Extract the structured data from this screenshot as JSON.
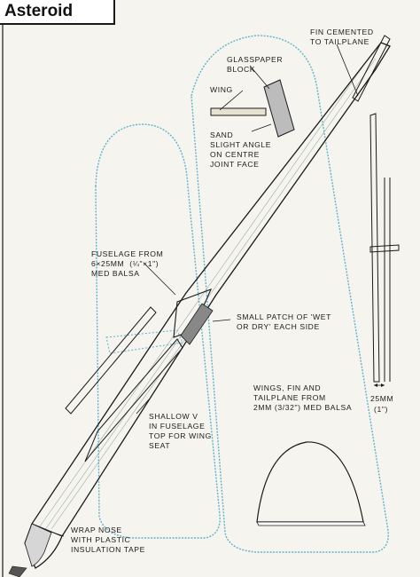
{
  "title": "Asteroid",
  "colors": {
    "paper": "#f6f4ee",
    "ink": "#1a1a1a",
    "wing_outline": "#5fb3cc",
    "wood_grain": "#9aa"
  },
  "labels": {
    "fin_note": "FIN CEMENTED\nTO TAILPLANE",
    "glasspaper": "GLASSPAPER\nBLOCK",
    "wing": "WING",
    "sand_note": "SAND\nSLIGHT ANGLE\nON CENTRE\nJOINT FACE",
    "fuselage_note": "FUSELAGE FROM\n6×25mm  (¼\"×1\")\nMED BALSA",
    "patch_note": "SMALL PATCH OF 'WET\nOR DRY' EACH SIDE",
    "materials_note": "WINGS, FIN AND\nTAILPLANE FROM\n2mm (3/32\") MED BALSA",
    "dimension": "25mm",
    "dimension_imperial": "(1\")",
    "shallow_v": "SHALLOW V\nIN FUSELAGE\nTOP FOR WING\nSEAT",
    "nose_note": "WRAP NOSE\nWITH PLASTIC\nINSULATION TAPE"
  }
}
